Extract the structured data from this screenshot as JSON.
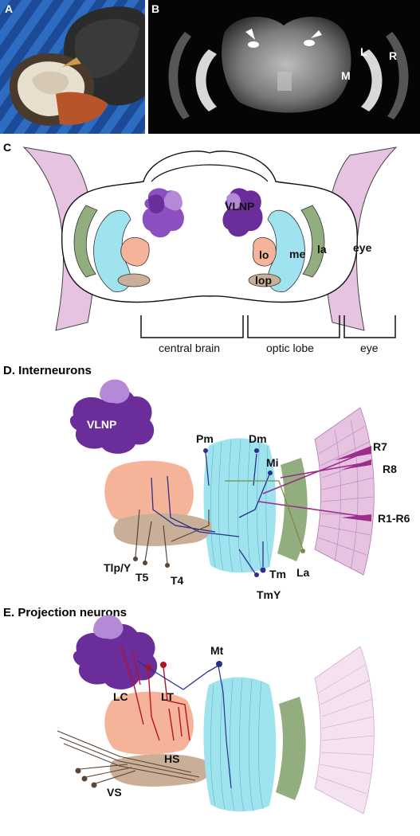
{
  "panels": {
    "a": "A",
    "b": "B",
    "c": "C"
  },
  "panel_b_labels": {
    "lamina": "L",
    "retina": "R",
    "medulla": "M"
  },
  "panel_c_labels": {
    "vlnp": "VLNP",
    "lo": "lo",
    "lop": "lop",
    "me": "me",
    "la": "la",
    "eye": "eye"
  },
  "brackets": {
    "central_brain": "central brain",
    "optic_lobe": "optic lobe",
    "eye": "eye"
  },
  "sections": {
    "interneurons": "D. Interneurons",
    "projection": "E. Projection neurons"
  },
  "panel_d_labels": {
    "vlnp": "VLNP",
    "pm": "Pm",
    "dm": "Dm",
    "mi": "Mi",
    "r7": "R7",
    "r8": "R8",
    "r1r6": "R1-R6",
    "la": "La",
    "tm": "Tm",
    "tmy": "TmY",
    "tlp": "Tlp/Y",
    "t5": "T5",
    "t4": "T4"
  },
  "panel_e_labels": {
    "lc": "LC",
    "lt": "LT",
    "mt": "Mt",
    "hs": "HS",
    "vs": "VS"
  },
  "colors": {
    "vlnp_dark": "#6b2d9a",
    "vlnp_mid": "#8b4fc0",
    "vlnp_light": "#b48ad8",
    "lobula": "#f5b49a",
    "lobula_plate": "#c9ae98",
    "medulla": "#9fe3ee",
    "lamina": "#92ad7e",
    "eye": "#e6c3e0",
    "neuron_blue": "#2a2f8c",
    "neuron_red": "#b5122a",
    "neuron_brown": "#5a4538",
    "photoreceptor": "#9c2d8c"
  }
}
